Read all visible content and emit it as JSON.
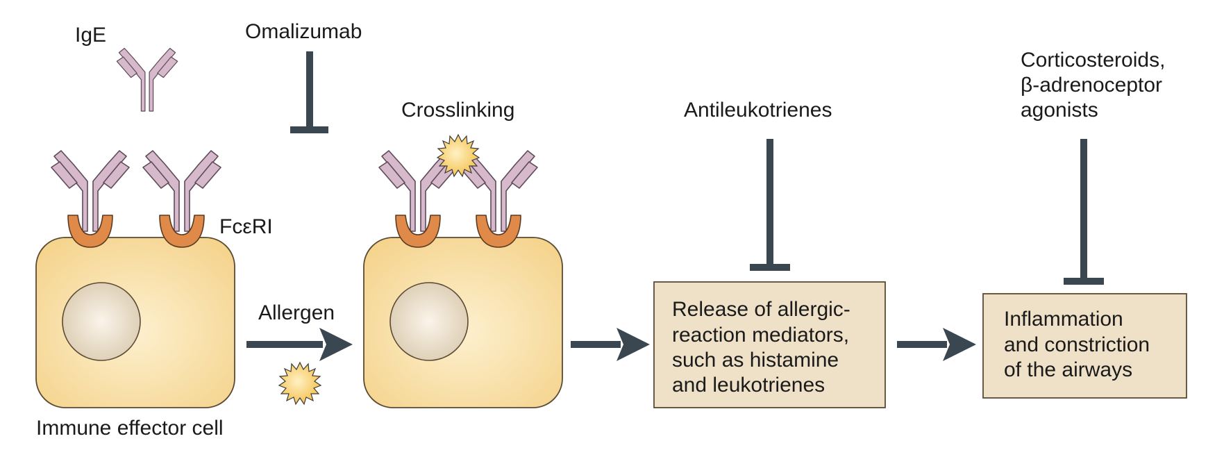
{
  "labels": {
    "ige": "IgE",
    "omalizumab": "Omalizumab",
    "crosslinking": "Crosslinking",
    "antileukotrienes": "Antileukotrienes",
    "cortico": [
      "Corticosteroids,",
      "β-adrenoceptor",
      "agonists"
    ],
    "fceri": "FcεRI",
    "allergen": "Allergen",
    "immune_cell": "Immune effector cell"
  },
  "boxes": {
    "release": [
      "Release of allergic-",
      "reaction mediators,",
      "such as histamine",
      "and leukotrienes"
    ],
    "inflammation": [
      "Inflammation",
      "and constriction",
      "of the airways"
    ]
  },
  "colors": {
    "cell_fill": "#f7d795",
    "cell_stroke": "#5a4a33",
    "nucleus": "#e8dcc6",
    "antibody": "#d7b9cc",
    "antibody_stroke": "#5d4a58",
    "receptor": "#e08a4a",
    "arrow": "#3a4650",
    "box_fill": "#efe1c8",
    "allergen": "#f6c758"
  }
}
